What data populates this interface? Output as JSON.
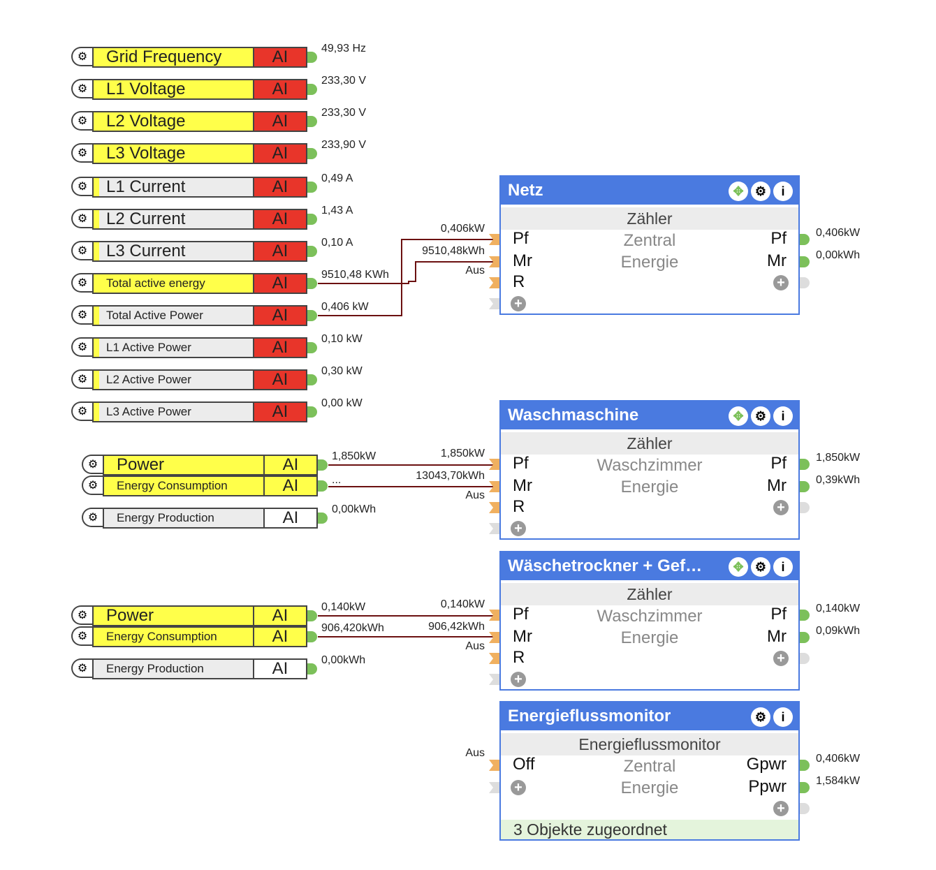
{
  "groups": [
    {
      "rows": [
        {
          "label": "Grid Frequency",
          "type": "AI",
          "value": "49,93 Hz",
          "style": "yellow",
          "size": "big"
        },
        {
          "label": "L1 Voltage",
          "type": "AI",
          "value": "233,30 V",
          "style": "yellow",
          "size": "big"
        },
        {
          "label": "L2 Voltage",
          "type": "AI",
          "value": "233,30 V",
          "style": "yellow",
          "size": "big"
        },
        {
          "label": "L3 Voltage",
          "type": "AI",
          "value": "233,90 V",
          "style": "yellow",
          "size": "big"
        },
        {
          "label": "L1 Current",
          "type": "AI",
          "value": "0,49 A",
          "style": "gray",
          "size": "big"
        },
        {
          "label": "L2 Current",
          "type": "AI",
          "value": "1,43 A",
          "style": "gray",
          "size": "big"
        },
        {
          "label": "L3 Current",
          "type": "AI",
          "value": "0,10 A",
          "style": "gray",
          "size": "big"
        },
        {
          "label": "Total active energy",
          "type": "AI",
          "value": "9510,48 KWh",
          "style": "yellow",
          "size": "small"
        },
        {
          "label": "Total Active Power",
          "type": "AI",
          "value": "0,406 kW",
          "style": "gray",
          "size": "small"
        },
        {
          "label": "L1 Active Power",
          "type": "AI",
          "value": "0,10 kW",
          "style": "gray",
          "size": "small"
        },
        {
          "label": "L2 Active Power",
          "type": "AI",
          "value": "0,30 kW",
          "style": "gray",
          "size": "small"
        },
        {
          "label": "L3 Active Power",
          "type": "AI",
          "value": "0,00 kW",
          "style": "gray",
          "size": "small"
        }
      ]
    },
    {
      "rows": [
        {
          "label": "Power",
          "type": "AI",
          "value": "1,850kW",
          "style": "yellow",
          "size": "big"
        },
        {
          "label": "Energy Consumption",
          "type": "AI",
          "value": "...",
          "style": "yellow",
          "size": "small"
        },
        {
          "label": "Energy Production",
          "type": "AI",
          "value": "0,00kWh",
          "style": "plain",
          "size": "small"
        }
      ]
    },
    {
      "rows": [
        {
          "label": "Power",
          "type": "AI",
          "value": "0,140kW",
          "style": "yellow",
          "size": "big"
        },
        {
          "label": "Energy Consumption",
          "type": "AI",
          "value": "906,420kWh",
          "style": "yellow",
          "size": "small"
        },
        {
          "label": "Energy Production",
          "type": "AI",
          "value": "0,00kWh",
          "style": "plain",
          "size": "small"
        }
      ]
    }
  ],
  "blocks": [
    {
      "title": "Netz",
      "subtitle": "Zähler",
      "mid": [
        "Zentral",
        "Energie"
      ],
      "icons": [
        "move",
        "gear",
        "info"
      ],
      "inputs": [
        {
          "pin": "Pf",
          "label": "0,406kW"
        },
        {
          "pin": "Mr",
          "label": "9510,48kWh"
        },
        {
          "pin": "R",
          "label": "Aus"
        }
      ],
      "outputs": [
        {
          "pin": "Pf",
          "value": "0,406kW"
        },
        {
          "pin": "Mr",
          "value": "0,00kWh"
        }
      ]
    },
    {
      "title": "Waschmaschine",
      "subtitle": "Zähler",
      "mid": [
        "Waschzimmer",
        "Energie"
      ],
      "icons": [
        "move",
        "gear",
        "info"
      ],
      "inputs": [
        {
          "pin": "Pf",
          "label": "1,850kW"
        },
        {
          "pin": "Mr",
          "label": "13043,70kWh"
        },
        {
          "pin": "R",
          "label": "Aus"
        }
      ],
      "outputs": [
        {
          "pin": "Pf",
          "value": "1,850kW"
        },
        {
          "pin": "Mr",
          "value": "0,39kWh"
        }
      ]
    },
    {
      "title": "Wäschetrockner + Gef…",
      "subtitle": "Zähler",
      "mid": [
        "Waschzimmer",
        "Energie"
      ],
      "icons": [
        "move",
        "gear",
        "info"
      ],
      "inputs": [
        {
          "pin": "Pf",
          "label": "0,140kW"
        },
        {
          "pin": "Mr",
          "label": "906,42kWh"
        },
        {
          "pin": "R",
          "label": "Aus"
        }
      ],
      "outputs": [
        {
          "pin": "Pf",
          "value": "0,140kW"
        },
        {
          "pin": "Mr",
          "value": "0,09kWh"
        }
      ]
    },
    {
      "title": "Energieflussmonitor",
      "subtitle": "Energieflussmonitor",
      "mid": [
        "Zentral",
        "Energie"
      ],
      "icons": [
        "gear",
        "info"
      ],
      "inputs": [
        {
          "pin": "Off",
          "label": "Aus"
        }
      ],
      "outputs": [
        {
          "pin": "Gpwr",
          "value": "0,406kW"
        },
        {
          "pin": "Ppwr",
          "value": "1,584kW"
        }
      ],
      "footer": "3 Objekte zugeordnet"
    }
  ],
  "colors": {
    "yellow": "#ffff4a",
    "red": "#e8352a",
    "blue": "#4a7ae0",
    "wire": "#6b1010",
    "gray": "#ececec"
  }
}
